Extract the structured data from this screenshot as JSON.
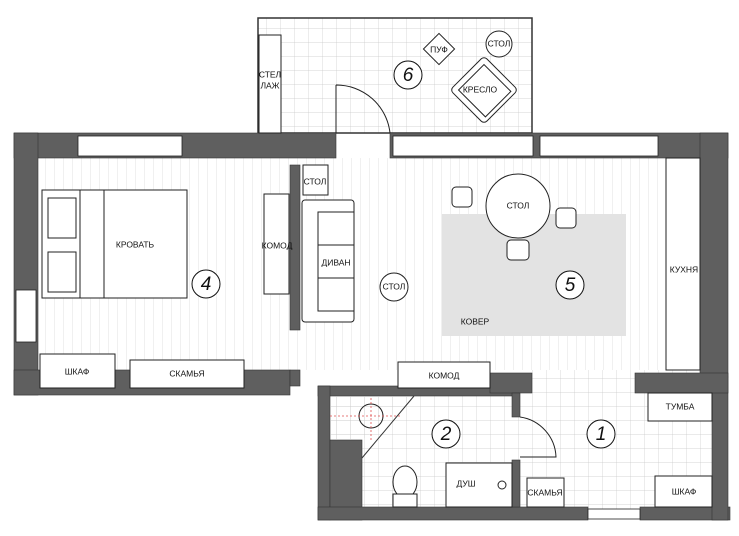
{
  "colors": {
    "wall": "#5f5f5f",
    "rug": "#e3e3e3",
    "tile_grid": "#c8c8c8",
    "axis_marks": "#e05050"
  },
  "rooms": [
    {
      "number": "1"
    },
    {
      "number": "2"
    },
    {
      "number": "4"
    },
    {
      "number": "5"
    },
    {
      "number": "6"
    }
  ],
  "furniture": {
    "bed": "КРОВАТЬ",
    "dresser_bedroom": "КОМОД",
    "wardrobe_bedroom": "ШКАФ",
    "bench_bedroom": "СКАМЬЯ",
    "sofa": "ДИВАН",
    "side_table": "СТОЛ",
    "coffee_table": "СТОЛ",
    "dining_table": "СТОЛ",
    "rug": "КОВЕР",
    "kitchen": "КУХНЯ",
    "dresser_living": "КОМОД",
    "shelf_line1": "СТЕЛ",
    "shelf_line2": "ЛАЖ",
    "pouf": "ПУФ",
    "balcony_table": "СТОЛ",
    "armchair": "КРЕСЛО",
    "nightstand": "ТУМБА",
    "wardrobe_hall": "ШКАФ",
    "bench_hall": "СКАМЬЯ",
    "shower": "ДУШ"
  }
}
